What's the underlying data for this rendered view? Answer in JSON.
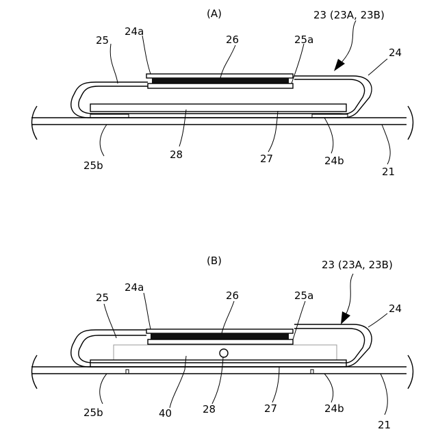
{
  "figures": [
    {
      "title": "(A)",
      "labels": {
        "l23": "23 (23A, 23B)",
        "l24": "24",
        "l24a": "24a",
        "l24b": "24b",
        "l25": "25",
        "l25a": "25a",
        "l25b": "25b",
        "l26": "26",
        "l27": "27",
        "l28": "28",
        "l21": "21"
      }
    },
    {
      "title": "(B)",
      "labels": {
        "l23": "23 (23A, 23B)",
        "l24": "24",
        "l24a": "24a",
        "l24b": "24b",
        "l25": "25",
        "l25a": "25a",
        "l25b": "25b",
        "l26": "26",
        "l27": "27",
        "l28": "28",
        "l40": "40",
        "l21": "21"
      }
    }
  ]
}
